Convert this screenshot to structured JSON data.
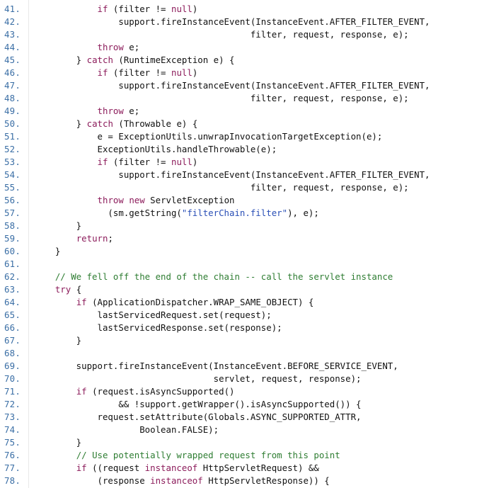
{
  "colors": {
    "line_number": "#3a6ea5",
    "keyword": "#8c1c5b",
    "string": "#2a4fb6",
    "comment": "#2e7d32",
    "text": "#111111",
    "background": "#ffffff"
  },
  "code": {
    "lines": [
      {
        "n": "41.",
        "tokens": [
          {
            "t": "            "
          },
          {
            "t": "if",
            "c": "kw"
          },
          {
            "t": " (filter != "
          },
          {
            "t": "null",
            "c": "kw"
          },
          {
            "t": ")"
          }
        ]
      },
      {
        "n": "42.",
        "tokens": [
          {
            "t": "                support.fireInstanceEvent(InstanceEvent.AFTER_FILTER_EVENT,"
          }
        ]
      },
      {
        "n": "43.",
        "tokens": [
          {
            "t": "                                         filter, request, response, e);"
          }
        ]
      },
      {
        "n": "44.",
        "tokens": [
          {
            "t": "            "
          },
          {
            "t": "throw",
            "c": "kw"
          },
          {
            "t": " e;"
          }
        ]
      },
      {
        "n": "45.",
        "tokens": [
          {
            "t": "        } "
          },
          {
            "t": "catch",
            "c": "kw"
          },
          {
            "t": " (RuntimeException e) {"
          }
        ]
      },
      {
        "n": "46.",
        "tokens": [
          {
            "t": "            "
          },
          {
            "t": "if",
            "c": "kw"
          },
          {
            "t": " (filter != "
          },
          {
            "t": "null",
            "c": "kw"
          },
          {
            "t": ")"
          }
        ]
      },
      {
        "n": "47.",
        "tokens": [
          {
            "t": "                support.fireInstanceEvent(InstanceEvent.AFTER_FILTER_EVENT,"
          }
        ]
      },
      {
        "n": "48.",
        "tokens": [
          {
            "t": "                                         filter, request, response, e);"
          }
        ]
      },
      {
        "n": "49.",
        "tokens": [
          {
            "t": "            "
          },
          {
            "t": "throw",
            "c": "kw"
          },
          {
            "t": " e;"
          }
        ]
      },
      {
        "n": "50.",
        "tokens": [
          {
            "t": "        } "
          },
          {
            "t": "catch",
            "c": "kw"
          },
          {
            "t": " (Throwable e) {"
          }
        ]
      },
      {
        "n": "51.",
        "tokens": [
          {
            "t": "            e = ExceptionUtils.unwrapInvocationTargetException(e);"
          }
        ]
      },
      {
        "n": "52.",
        "tokens": [
          {
            "t": "            ExceptionUtils.handleThrowable(e);"
          }
        ]
      },
      {
        "n": "53.",
        "tokens": [
          {
            "t": "            "
          },
          {
            "t": "if",
            "c": "kw"
          },
          {
            "t": " (filter != "
          },
          {
            "t": "null",
            "c": "kw"
          },
          {
            "t": ")"
          }
        ]
      },
      {
        "n": "54.",
        "tokens": [
          {
            "t": "                support.fireInstanceEvent(InstanceEvent.AFTER_FILTER_EVENT,"
          }
        ]
      },
      {
        "n": "55.",
        "tokens": [
          {
            "t": "                                         filter, request, response, e);"
          }
        ]
      },
      {
        "n": "56.",
        "tokens": [
          {
            "t": "            "
          },
          {
            "t": "throw",
            "c": "kw"
          },
          {
            "t": " "
          },
          {
            "t": "new",
            "c": "kw"
          },
          {
            "t": " ServletException"
          }
        ]
      },
      {
        "n": "57.",
        "tokens": [
          {
            "t": "              (sm.getString("
          },
          {
            "t": "\"filterChain.filter\"",
            "c": "str"
          },
          {
            "t": "), e);"
          }
        ]
      },
      {
        "n": "58.",
        "tokens": [
          {
            "t": "        }"
          }
        ]
      },
      {
        "n": "59.",
        "tokens": [
          {
            "t": "        "
          },
          {
            "t": "return",
            "c": "kw"
          },
          {
            "t": ";"
          }
        ]
      },
      {
        "n": "60.",
        "tokens": [
          {
            "t": "    }"
          }
        ]
      },
      {
        "n": "61.",
        "tokens": [
          {
            "t": ""
          }
        ]
      },
      {
        "n": "62.",
        "tokens": [
          {
            "t": "    "
          },
          {
            "t": "// We fell off the end of the chain -- call the servlet instance",
            "c": "cm"
          }
        ]
      },
      {
        "n": "63.",
        "tokens": [
          {
            "t": "    "
          },
          {
            "t": "try",
            "c": "kw"
          },
          {
            "t": " {"
          }
        ]
      },
      {
        "n": "64.",
        "tokens": [
          {
            "t": "        "
          },
          {
            "t": "if",
            "c": "kw"
          },
          {
            "t": " (ApplicationDispatcher.WRAP_SAME_OBJECT) {"
          }
        ]
      },
      {
        "n": "65.",
        "tokens": [
          {
            "t": "            lastServicedRequest.set(request);"
          }
        ]
      },
      {
        "n": "66.",
        "tokens": [
          {
            "t": "            lastServicedResponse.set(response);"
          }
        ]
      },
      {
        "n": "67.",
        "tokens": [
          {
            "t": "        }"
          }
        ]
      },
      {
        "n": "68.",
        "tokens": [
          {
            "t": ""
          }
        ]
      },
      {
        "n": "69.",
        "tokens": [
          {
            "t": "        support.fireInstanceEvent(InstanceEvent.BEFORE_SERVICE_EVENT,"
          }
        ]
      },
      {
        "n": "70.",
        "tokens": [
          {
            "t": "                                  servlet, request, response);"
          }
        ]
      },
      {
        "n": "71.",
        "tokens": [
          {
            "t": "        "
          },
          {
            "t": "if",
            "c": "kw"
          },
          {
            "t": " (request.isAsyncSupported()"
          }
        ]
      },
      {
        "n": "72.",
        "tokens": [
          {
            "t": "                && !support.getWrapper().isAsyncSupported()) {"
          }
        ]
      },
      {
        "n": "73.",
        "tokens": [
          {
            "t": "            request.setAttribute(Globals.ASYNC_SUPPORTED_ATTR,"
          }
        ]
      },
      {
        "n": "74.",
        "tokens": [
          {
            "t": "                    Boolean.FALSE);"
          }
        ]
      },
      {
        "n": "75.",
        "tokens": [
          {
            "t": "        }"
          }
        ]
      },
      {
        "n": "76.",
        "tokens": [
          {
            "t": "        "
          },
          {
            "t": "// Use potentially wrapped request from this point",
            "c": "cm"
          }
        ]
      },
      {
        "n": "77.",
        "tokens": [
          {
            "t": "        "
          },
          {
            "t": "if",
            "c": "kw"
          },
          {
            "t": " ((request "
          },
          {
            "t": "instanceof",
            "c": "kw"
          },
          {
            "t": " HttpServletRequest) &&"
          }
        ]
      },
      {
        "n": "78.",
        "tokens": [
          {
            "t": "            (response "
          },
          {
            "t": "instanceof",
            "c": "kw"
          },
          {
            "t": " HttpServletResponse)) {"
          }
        ]
      }
    ]
  }
}
